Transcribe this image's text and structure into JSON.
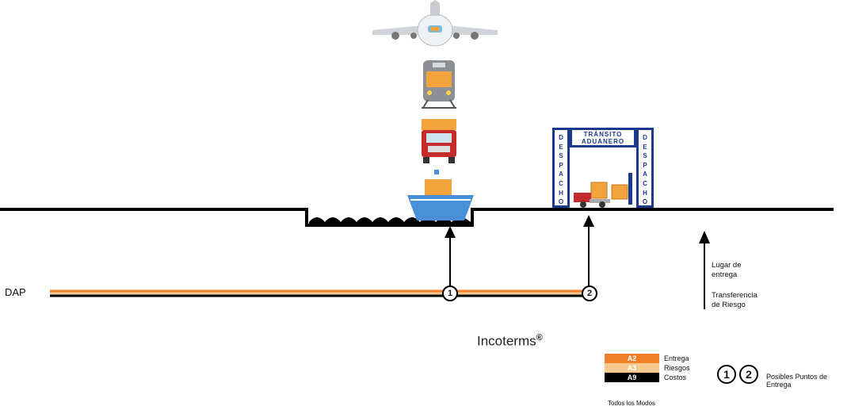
{
  "diagram": {
    "dap_label": "DAP",
    "customs": {
      "left_column": "DESPACHO",
      "right_column": "DESPACHO",
      "top_line1": "TRÁNSITO",
      "top_line2": "ADUANERO"
    },
    "markers": [
      {
        "number": "1"
      },
      {
        "number": "2"
      }
    ],
    "side_labels": {
      "delivery_place": "Lugar de\nentrega",
      "risk_transfer": "Transferencia\nde Riesgo"
    },
    "title": "Incoterms",
    "title_mark": "®"
  },
  "legend": {
    "items": [
      {
        "code": "A2",
        "label": "Entrega",
        "color": "#f07f2a",
        "text_color": "#ffffff"
      },
      {
        "code": "A3",
        "label": "Riesgos",
        "color": "#f8c98e",
        "text_color": "#ffffff"
      },
      {
        "code": "A9",
        "label": "Costos",
        "color": "#000000",
        "text_color": "#ffffff"
      }
    ],
    "modes": "Todos los Modos",
    "points_numbers": [
      "1",
      "2"
    ],
    "points_label": "Posibles Puntos de Entrega"
  },
  "colors": {
    "orange": "#f07f2a",
    "light_orange": "#f8c98e",
    "customs_blue": "#1b3a8c",
    "ship_blue": "#4a90d9"
  }
}
